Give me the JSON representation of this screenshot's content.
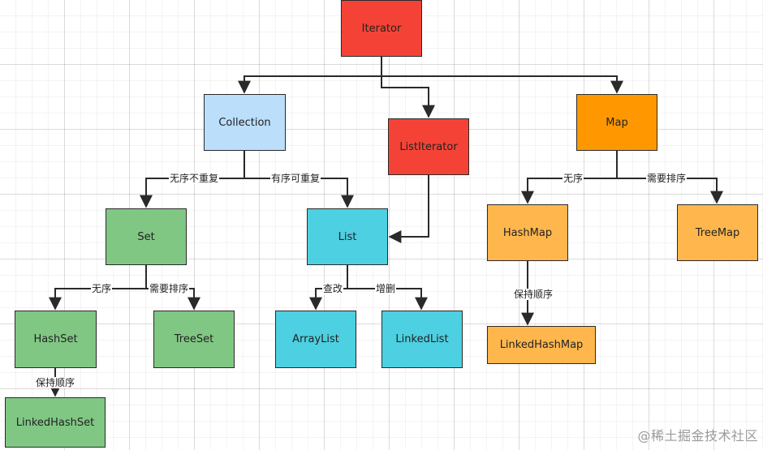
{
  "nodes": {
    "iterator": {
      "label": "Iterator",
      "color": "#f44336"
    },
    "collection": {
      "label": "Collection",
      "color": "#bbdefb"
    },
    "list_iterator": {
      "label": "ListIterator",
      "color": "#f44336"
    },
    "map": {
      "label": "Map",
      "color": "#ff9800"
    },
    "set": {
      "label": "Set",
      "color": "#81c784"
    },
    "list": {
      "label": "List",
      "color": "#4dd0e1"
    },
    "hash_map": {
      "label": "HashMap",
      "color": "#ffb74d"
    },
    "tree_map": {
      "label": "TreeMap",
      "color": "#ffb74d"
    },
    "hash_set": {
      "label": "HashSet",
      "color": "#81c784"
    },
    "tree_set": {
      "label": "TreeSet",
      "color": "#81c784"
    },
    "array_list": {
      "label": "ArrayList",
      "color": "#4dd0e1"
    },
    "linked_list": {
      "label": "LinkedList",
      "color": "#4dd0e1"
    },
    "linked_hash_map": {
      "label": "LinkedHashMap",
      "color": "#ffb74d"
    },
    "linked_hash_set": {
      "label": "LinkedHashSet",
      "color": "#81c784"
    }
  },
  "edge_labels": {
    "collection_set": "无序不重复",
    "collection_list": "有序可重复",
    "map_hashmap": "无序",
    "map_treemap": "需要排序",
    "set_hashset": "无序",
    "set_treeset": "需要排序",
    "list_arraylist": "查改",
    "list_linkedlist": "增删",
    "hashmap_linkedhashmap": "保持顺序",
    "hashset_linkedhashset": "保持顺序"
  },
  "watermark": "@稀土掘金技术社区"
}
